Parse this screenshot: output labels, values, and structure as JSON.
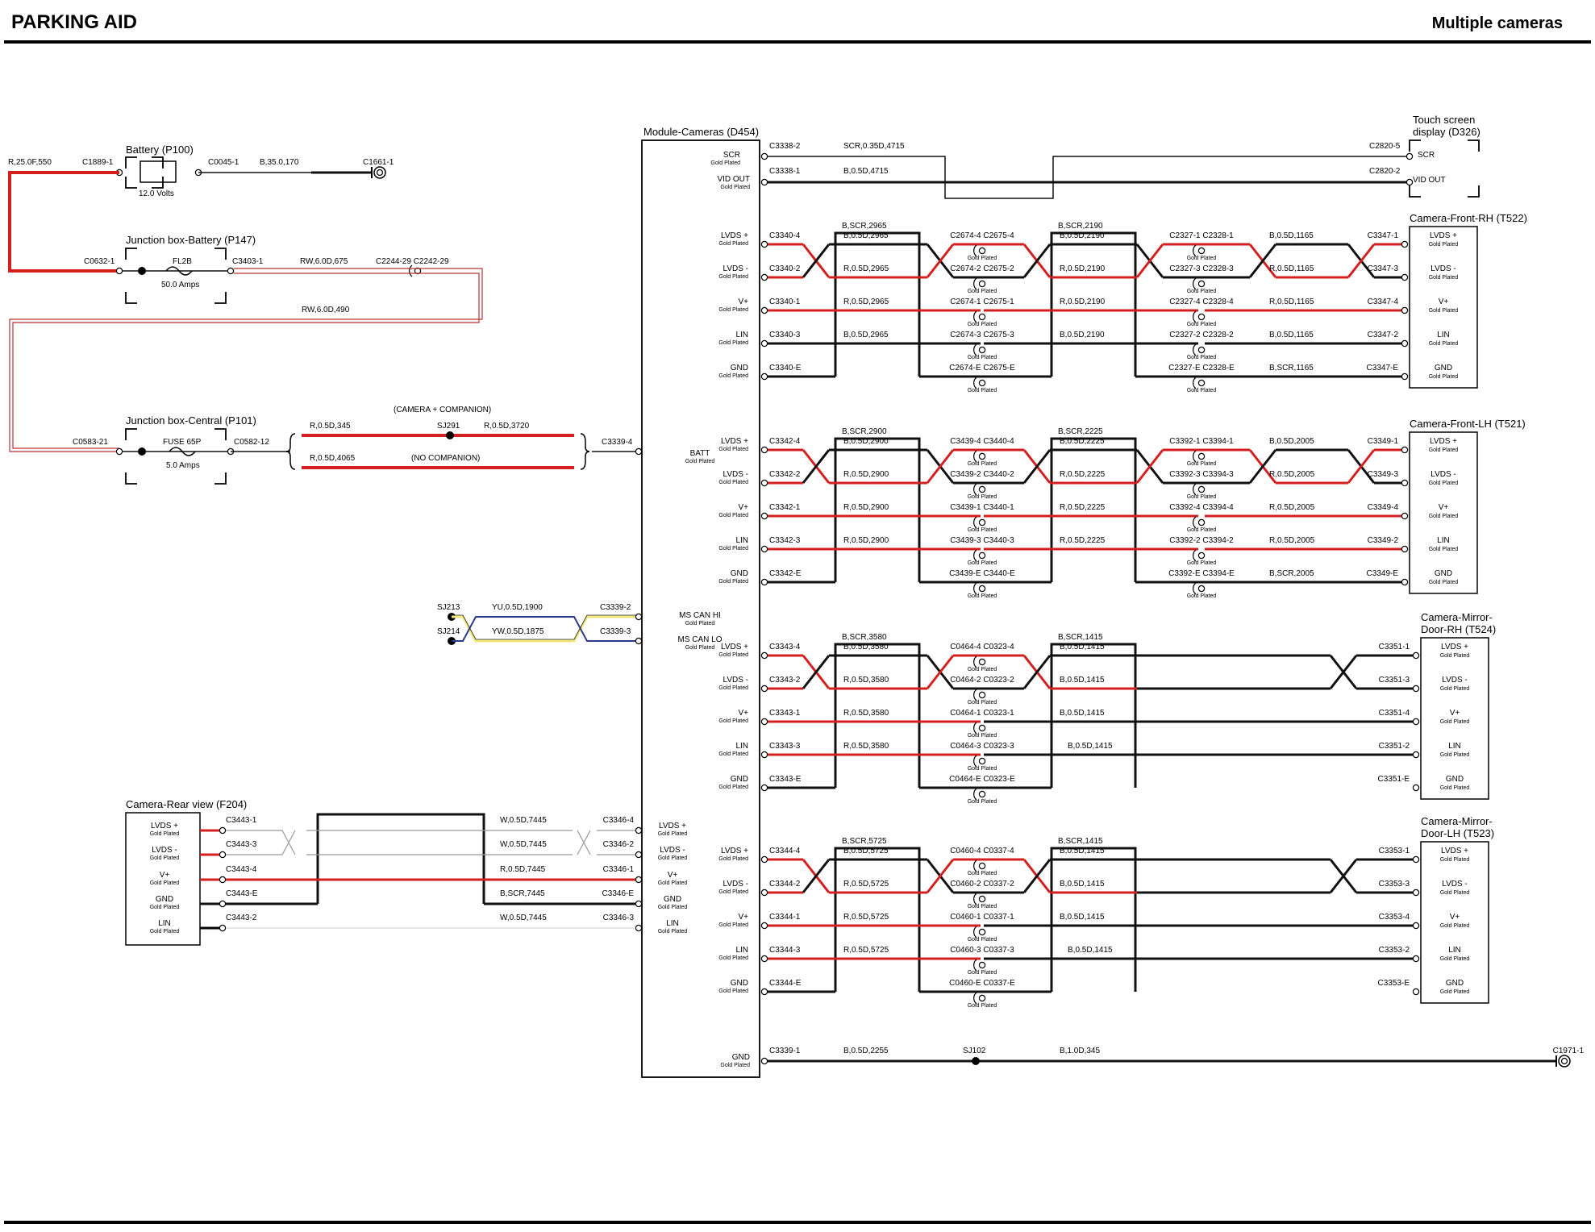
{
  "header": {
    "title": "PARKING AID",
    "subtitle": "Multiple cameras"
  },
  "gold_plated": "Gold Plated",
  "colors": {
    "red": "#d41f1f",
    "black": "#111111",
    "yellow": "#f2e87a",
    "blue": "#2a3a8c"
  },
  "power": {
    "battery": {
      "name": "Battery (P100)",
      "volts": "12.0 Volts",
      "c_left": "C1889-1",
      "c_right": "C0045-1",
      "wire_left": "R,25.0F,550",
      "wire_right": "B,35.0,170",
      "ground": "C1661-1"
    },
    "jb_battery": {
      "name": "Junction box-Battery (P147)",
      "fuse": "FL2B",
      "amps": "50.0 Amps",
      "c_in": "C0632-1",
      "c_out": "C3403-1",
      "wire1": "RW,6.0D,675",
      "c_mid": "C2244-29 C2242-29",
      "wire2": "RW,6.0D,490"
    },
    "jb_central": {
      "name": "Junction box-Central (P101)",
      "fuse": "FUSE 65P",
      "amps": "5.0 Amps",
      "c_in": "C0583-21",
      "c_out": "C0582-12",
      "upper": {
        "note": "(CAMERA + COMPANION)",
        "w1": "R,0.5D,345",
        "splice": "SJ291",
        "w2": "R,0.5D,3720"
      },
      "lower": {
        "w1": "R,0.5D,4065",
        "note": "(NO COMPANION)"
      },
      "dest": "C3339-4"
    }
  },
  "can": {
    "sj_hi": "SJ213",
    "sj_lo": "SJ214",
    "w_hi": "YU,0.5D,1900",
    "w_lo": "YW,0.5D,1875",
    "c_hi": "C3339-2",
    "c_lo": "C3339-3"
  },
  "module": {
    "name": "Module-Cameras (D454)",
    "pins": {
      "scr": "SCR",
      "vid": "VID OUT",
      "lvdsp": "LVDS +",
      "lvdsm": "LVDS -",
      "vplus": "V+",
      "lin": "LIN",
      "gnd": "GND",
      "batt": "BATT",
      "can_hi": "MS CAN HI",
      "can_lo": "MS CAN LO"
    }
  },
  "touch": {
    "name1": "Touch screen",
    "name2": "display (D326)",
    "c1": "C3338-2",
    "w1": "SCR,0.35D,4715",
    "c1r": "C2820-5",
    "c2": "C3338-1",
    "w2": "B,0.5D,4715",
    "c2r": "C2820-2"
  },
  "cam_fr": {
    "name": [
      "Camera-Front-RH (T522)"
    ],
    "shield_label_a": "B,SCR,2965",
    "shield_label_b": "B,SCR,2190",
    "rows": [
      {
        "c1": "C3340-4",
        "w1": "B,0.5D,2965",
        "c2": "C2674-4 C2675-4",
        "w2": "B,0.5D,2190",
        "c3": "C2327-1 C2328-1",
        "w3": "B,0.5D,1165",
        "c4": "C3347-1"
      },
      {
        "c1": "C3340-2",
        "w1": "R,0.5D,2965",
        "c2": "C2674-2 C2675-2",
        "w2": "R,0.5D,2190",
        "c3": "C2327-3 C2328-3",
        "w3": "R,0.5D,1165",
        "c4": "C3347-3"
      },
      {
        "c1": "C3340-1",
        "w1": "R,0.5D,2965",
        "c2": "C2674-1 C2675-1",
        "w2": "R,0.5D,2190",
        "c3": "C2327-4 C2328-4",
        "w3": "R,0.5D,1165",
        "c4": "C3347-4"
      },
      {
        "c1": "C3340-3",
        "w1": "B,0.5D,2965",
        "c2": "C2674-3 C2675-3",
        "w2": "B,0.5D,2190",
        "c3": "C2327-2 C2328-2",
        "w3": "B,0.5D,1165",
        "c4": "C3347-2"
      },
      {
        "c1": "C3340-E",
        "w1": "",
        "c2": "C2674-E C2675-E",
        "w2": "",
        "c3": "C2327-E C2328-E",
        "w3": "B,SCR,1165",
        "c4": "C3347-E"
      }
    ]
  },
  "cam_fl": {
    "name": [
      "Camera-Front-LH (T521)"
    ],
    "shield_label_a": "B,SCR,2900",
    "shield_label_b": "B,SCR,2225",
    "rows": [
      {
        "c1": "C3342-4",
        "w1": "B,0.5D,2900",
        "c2": "C3439-4 C3440-4",
        "w2": "B,0.5D,2225",
        "c3": "C3392-1 C3394-1",
        "w3": "B,0.5D,2005",
        "c4": "C3349-1"
      },
      {
        "c1": "C3342-2",
        "w1": "R,0.5D,2900",
        "c2": "C3439-2 C3440-2",
        "w2": "R,0.5D,2225",
        "c3": "C3392-3 C3394-3",
        "w3": "R,0.5D,2005",
        "c4": "C3349-3"
      },
      {
        "c1": "C3342-1",
        "w1": "R,0.5D,2900",
        "c2": "C3439-1 C3440-1",
        "w2": "R,0.5D,2225",
        "c3": "C3392-4 C3394-4",
        "w3": "R,0.5D,2005",
        "c4": "C3349-4"
      },
      {
        "c1": "C3342-3",
        "w1": "R,0.5D,2900",
        "c2": "C3439-3 C3440-3",
        "w2": "R,0.5D,2225",
        "c3": "C3392-2 C3394-2",
        "w3": "R,0.5D,2005",
        "c4": "C3349-2"
      },
      {
        "c1": "C3342-E",
        "w1": "",
        "c2": "C3439-E C3440-E",
        "w2": "",
        "c3": "C3392-E C3394-E",
        "w3": "B,SCR,2005",
        "c4": "C3349-E"
      }
    ]
  },
  "cam_mr": {
    "name": [
      "Camera-Mirror-",
      "Door-RH (T524)"
    ],
    "shield_label_a": "B,SCR,3580",
    "shield_label_b": "B,SCR,1415",
    "rows": [
      {
        "c1": "C3343-4",
        "w1": "B,0.5D,3580",
        "c2": "C0464-4 C0323-4",
        "w2": "B,0.5D,1415",
        "c4": "C3351-1"
      },
      {
        "c1": "C3343-2",
        "w1": "R,0.5D,3580",
        "c2": "C0464-2 C0323-2",
        "w2": "B,0.5D,1415",
        "c4": "C3351-3"
      },
      {
        "c1": "C3343-1",
        "w1": "R,0.5D,3580",
        "c2": "C0464-1 C0323-1",
        "w2": "B,0.5D,1415",
        "c4": "C3351-4"
      },
      {
        "c1": "C3343-3",
        "w1": "R,0.5D,3580",
        "c2": "C0464-3 C0323-3",
        "w2": "B,0.5D,1415",
        "c4": "C3351-2"
      },
      {
        "c1": "C3343-E",
        "w1": "",
        "c2": "C0464-E C0323-E",
        "w2": "",
        "c4": "C3351-E"
      }
    ]
  },
  "cam_ml": {
    "name": [
      "Camera-Mirror-",
      "Door-LH (T523)"
    ],
    "shield_label_a": "B,SCR,5725",
    "shield_label_b": "B,SCR,1415",
    "rows": [
      {
        "c1": "C3344-4",
        "w1": "B,0.5D,5725",
        "c2": "C0460-4 C0337-4",
        "w2": "B,0.5D,1415",
        "c4": "C3353-1"
      },
      {
        "c1": "C3344-2",
        "w1": "R,0.5D,5725",
        "c2": "C0460-2 C0337-2",
        "w2": "B,0.5D,1415",
        "c4": "C3353-3"
      },
      {
        "c1": "C3344-1",
        "w1": "R,0.5D,5725",
        "c2": "C0460-1 C0337-1",
        "w2": "B,0.5D,1415",
        "c4": "C3353-4"
      },
      {
        "c1": "C3344-3",
        "w1": "R,0.5D,5725",
        "c2": "C0460-3 C0337-3",
        "w2": "B,0.5D,1415",
        "c4": "C3353-2"
      },
      {
        "c1": "C3344-E",
        "w1": "",
        "c2": "C0460-E C0337-E",
        "w2": "",
        "c4": "C3353-E"
      }
    ]
  },
  "cam_rear": {
    "name": "Camera-Rear view (F204)",
    "pins": [
      "LVDS +",
      "LVDS -",
      "V+",
      "GND",
      "LIN"
    ],
    "rows": [
      {
        "c1": "C3443-1",
        "w": "W,0.5D,7445",
        "c2": "C3346-4",
        "mpin": "LVDS +"
      },
      {
        "c1": "C3443-3",
        "w": "W,0.5D,7445",
        "c2": "C3346-2",
        "mpin": "LVDS -"
      },
      {
        "c1": "C3443-4",
        "w": "R,0.5D,7445",
        "c2": "C3346-1",
        "mpin": "V+"
      },
      {
        "c1": "C3443-E",
        "w": "B,SCR,7445",
        "c2": "C3346-E",
        "mpin": "GND"
      },
      {
        "c1": "C3443-2",
        "w": "W,0.5D,7445",
        "c2": "C3346-3",
        "mpin": "LIN"
      }
    ]
  },
  "ground": {
    "pin": "GND",
    "c1": "C3339-1",
    "w1": "B,0.5D,2255",
    "sj": "SJ102",
    "w2": "B,1.0D,345",
    "end": "C1971-1"
  }
}
